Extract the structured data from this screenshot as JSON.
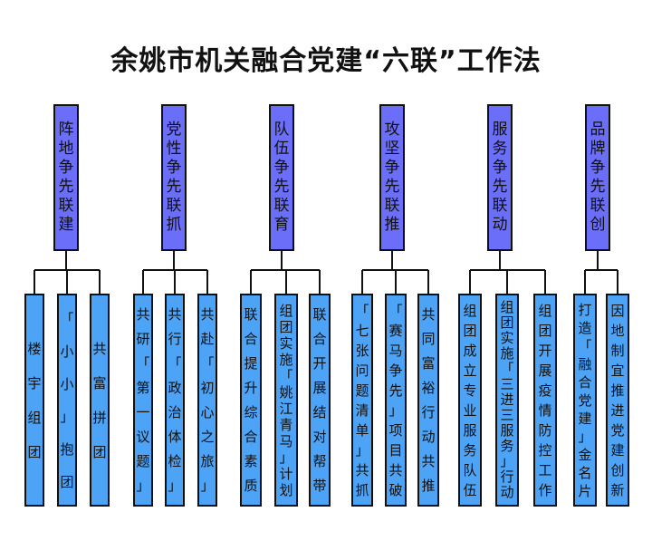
{
  "title": "余姚市机关融合党建“六联”工作法",
  "groups": [
    {
      "label": "阵地争先联建",
      "children": [
        "楼宇组团",
        "「小小」抱团",
        "共富拼团"
      ]
    },
    {
      "label": "党性争先联抓",
      "children": [
        "共研「第一议题」",
        "共行「政治体检」",
        "共赴「初心之旅」"
      ]
    },
    {
      "label": "队伍争先联育",
      "children": [
        "联合提升综合素质",
        "组团实施「姚江青马」计划",
        "联合开展结对帮带"
      ]
    },
    {
      "label": "攻坚争先联推",
      "children": [
        "「七张问题清单」共抓",
        "「赛马争先」项目共破",
        "共同富裕行动共推"
      ]
    },
    {
      "label": "服务争先联动",
      "children": [
        "组团成立专业服务队伍",
        "组团实施「三进三服务」行动",
        "组团开展疫情防控工作"
      ]
    },
    {
      "label": "品牌争先联创",
      "children": [
        "打造「融合党建」金名片",
        "因地制宜推进党建创新"
      ]
    }
  ]
}
